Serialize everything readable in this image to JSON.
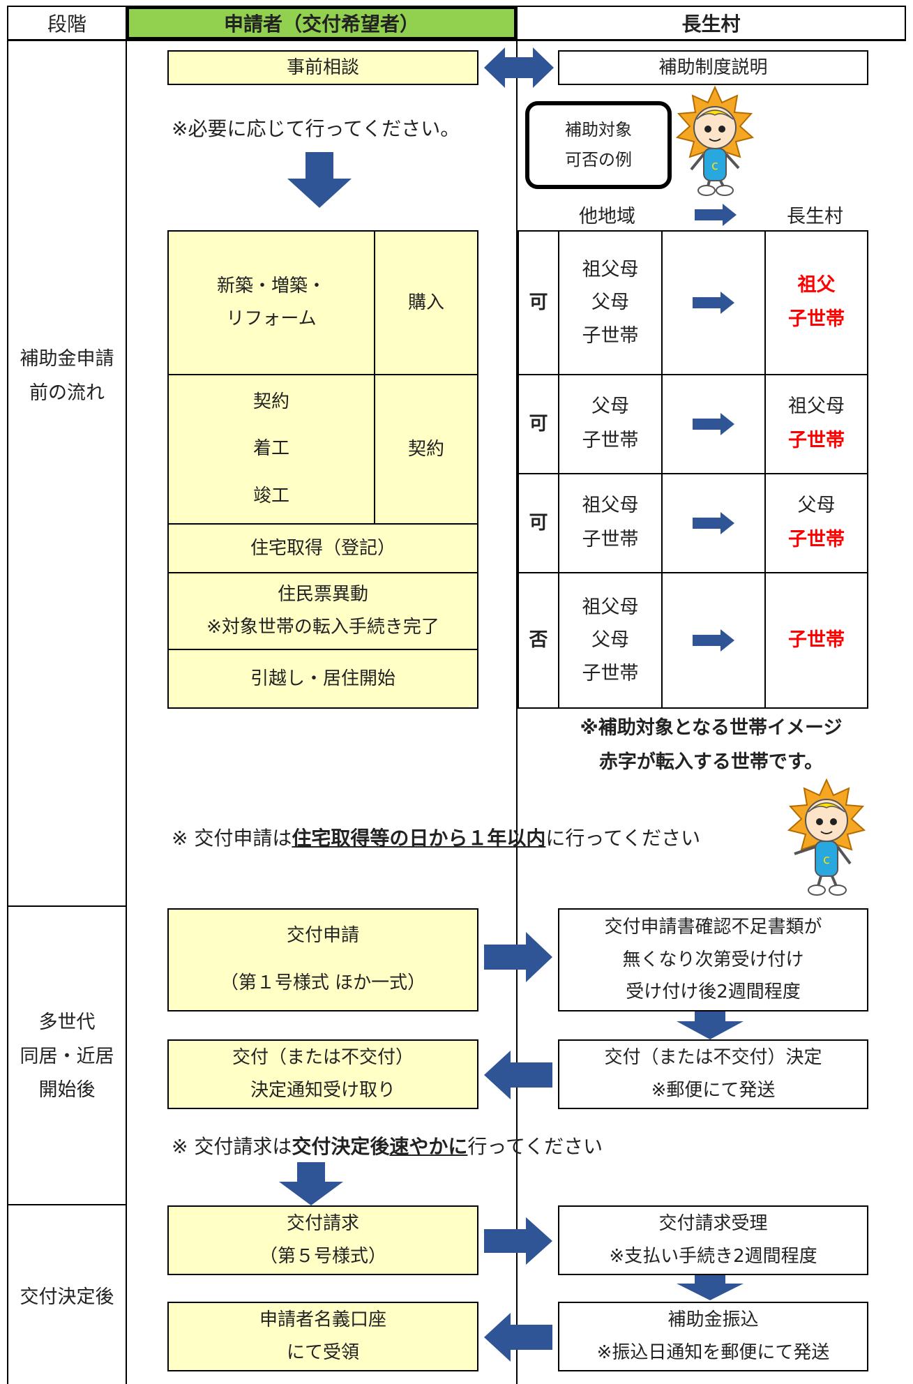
{
  "header": {
    "stage": "段階",
    "applicant": "申請者（交付希望者）",
    "village": "長生村"
  },
  "stages": {
    "pre": [
      "補助金申請",
      "前の流れ"
    ],
    "after_start": [
      "多世代",
      "同居・近居",
      "開始後"
    ],
    "after_decision": "交付決定後"
  },
  "pre": {
    "consult": "事前相談",
    "explain": "補助制度説明",
    "consult_note": "※必要に応じて行ってください。",
    "bubble": [
      "補助対象",
      "可否の例"
    ],
    "col_from": "他地域",
    "col_to": "長生村",
    "flow": {
      "new_build": [
        "新築・増築・",
        "リフォーム"
      ],
      "purchase": "購入",
      "contract_steps": [
        "契約",
        "着工",
        "竣工"
      ],
      "contract": "契約",
      "register": "住宅取得（登記）",
      "resident": [
        "住民票異動",
        "※対象世帯の転入手続き完了"
      ],
      "move": "引越し・居住開始"
    },
    "examples": [
      {
        "result": "可",
        "from": [
          "祖父母",
          "父母",
          "子世帯"
        ],
        "to": [
          {
            "text": "祖父",
            "red": true
          },
          {
            "text": "子世帯",
            "red": true
          }
        ]
      },
      {
        "result": "可",
        "from": [
          "父母",
          "子世帯"
        ],
        "to": [
          {
            "text": "祖父母",
            "red": false
          },
          {
            "text": "子世帯",
            "red": true
          }
        ]
      },
      {
        "result": "可",
        "from": [
          "祖父母",
          "子世帯"
        ],
        "to": [
          {
            "text": "父母",
            "red": false
          },
          {
            "text": "子世帯",
            "red": true
          }
        ]
      },
      {
        "result": "否",
        "from": [
          "祖父母",
          "父母",
          "子世帯"
        ],
        "to": [
          {
            "text": "子世帯",
            "red": true
          }
        ]
      }
    ],
    "caption": [
      "※補助対象となる世帯イメージ",
      "赤字が転入する世帯です。"
    ],
    "deadline": {
      "pre": "※ 交付申請は",
      "emph": "住宅取得等の日から１年以内",
      "post": "に行ってください"
    }
  },
  "application": {
    "apply": [
      "交付申請",
      "（第１号様式 ほか一式）"
    ],
    "receive": [
      "交付申請書確認不足書類が",
      "無くなり次第受け付け",
      "受け付け後2週間程度"
    ],
    "notice_recv": [
      "交付（または不交付）",
      "決定通知受け取り"
    ],
    "decision": [
      "交付（または不交付）決定",
      "※郵便にて発送"
    ],
    "claim_note": {
      "pre": "※ 交付請求は",
      "bold": "交付決定後",
      "emph": "速やかに",
      "post": "行ってください"
    }
  },
  "payment": {
    "claim": [
      "交付請求",
      "（第５号様式）"
    ],
    "claim_accept": [
      "交付請求受理",
      "※支払い手続き2週間程度"
    ],
    "account": [
      "申請者名義口座",
      "にて受領"
    ],
    "transfer": [
      "補助金振込",
      "※振込日通知を郵便にて発送"
    ]
  },
  "colors": {
    "arrow": "#2f5597",
    "green_header": "#92d050",
    "yellow_box": "#ffffc6",
    "red_text": "#ff0000",
    "mascot_body": "#29a8e0",
    "mascot_sun": "#f5a623"
  },
  "icons": [
    "double-arrow-icon",
    "arrow-down-icon",
    "arrow-right-icon",
    "arrow-left-icon",
    "mascot-icon"
  ]
}
